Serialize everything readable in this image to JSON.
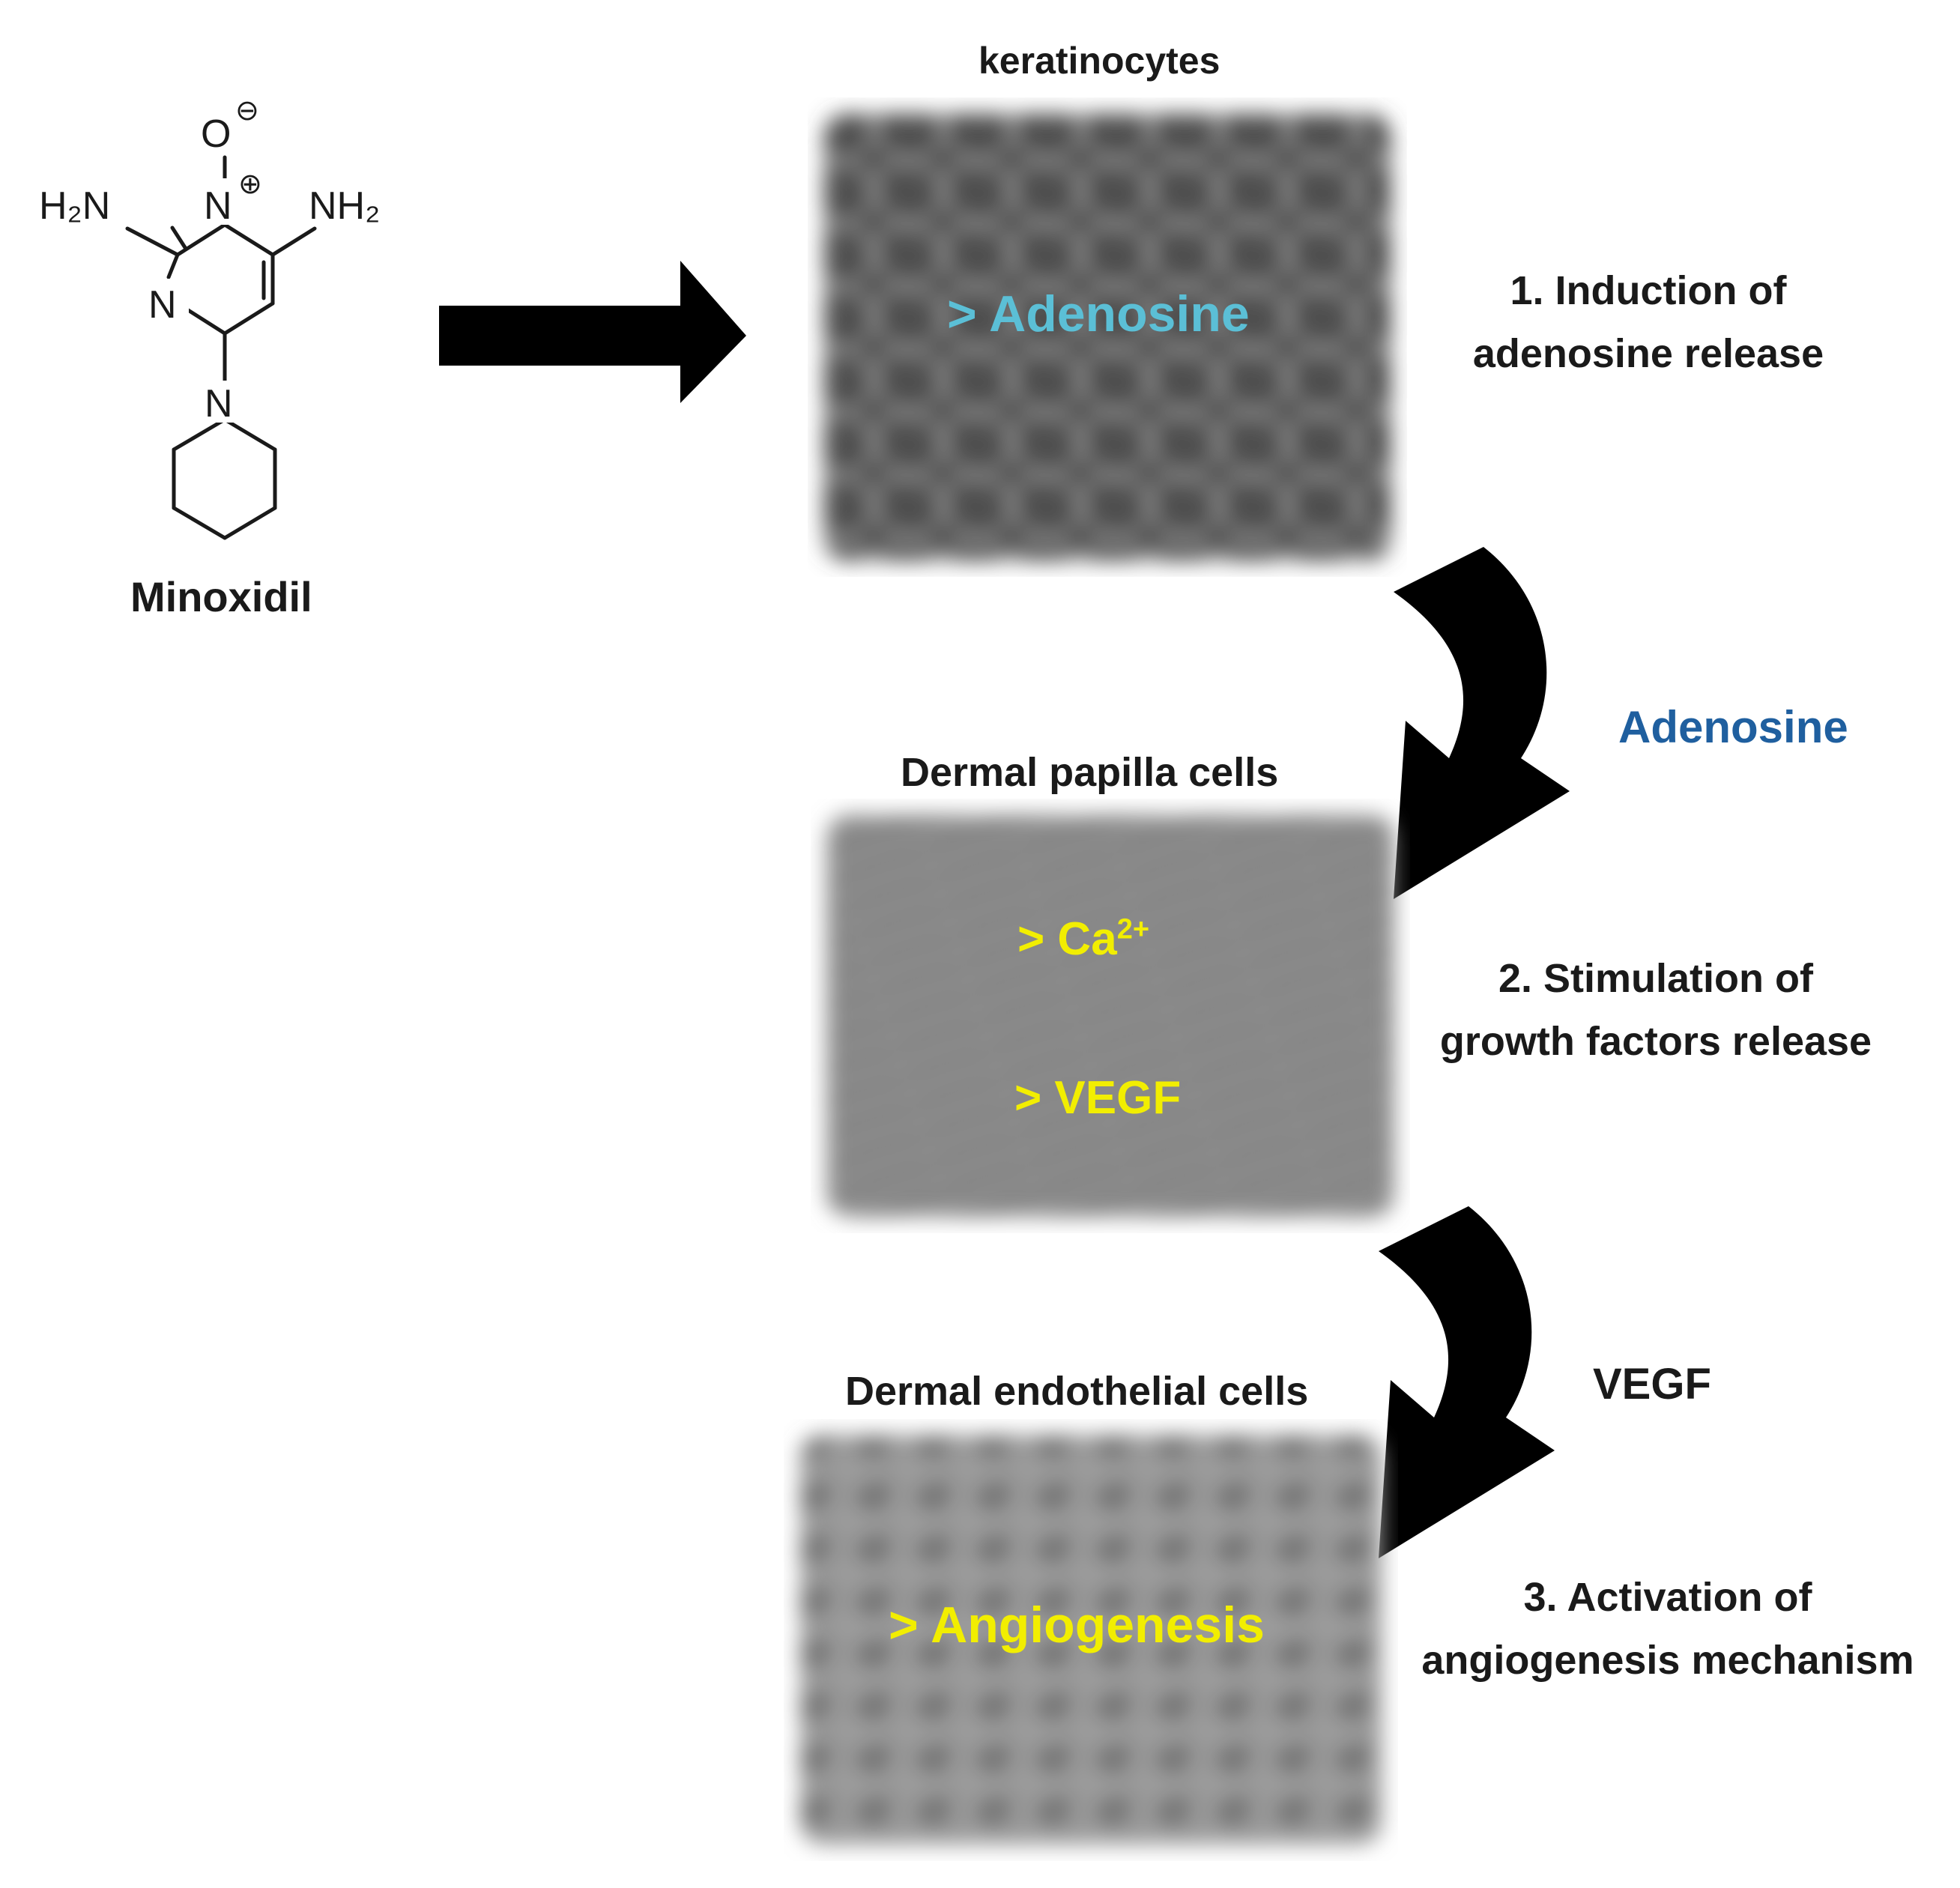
{
  "molecule": {
    "name": "Minoxidil",
    "atoms": {
      "amine_left": "H₂N",
      "amine_right": "NH₂",
      "n_oxide": "N",
      "n_ring": "N",
      "n_piperidine": "N",
      "oxygen": "O",
      "charge_neg": "⊖",
      "charge_pos": "⊕"
    }
  },
  "panels": {
    "keratinocytes": {
      "title": "keratinocytes",
      "overlay": "> Adenosine"
    },
    "dermal_papilla": {
      "title": "Dermal papilla cells",
      "overlay_ca": "> Ca",
      "overlay_ca_sup": "2+",
      "overlay_vegf": "> VEGF"
    },
    "endothelial": {
      "title": "Dermal endothelial cells",
      "overlay": "> Angiogenesis"
    }
  },
  "steps": {
    "step1_line1": "1. Induction of",
    "step1_line2": "adenosine release",
    "step2_line1": "2. Stimulation of",
    "step2_line2": "growth factors release",
    "step3_line1": "3. Activation of",
    "step3_line2": "angiogenesis mechanism"
  },
  "mediators": {
    "adenosine": "Adenosine",
    "vegf": "VEGF"
  },
  "colors": {
    "adenosine_overlay": "#5bbfd6",
    "adenosine_mediator": "#1f5f9f",
    "yellow_overlay": "#f2ee00",
    "arrow": "#000000"
  }
}
